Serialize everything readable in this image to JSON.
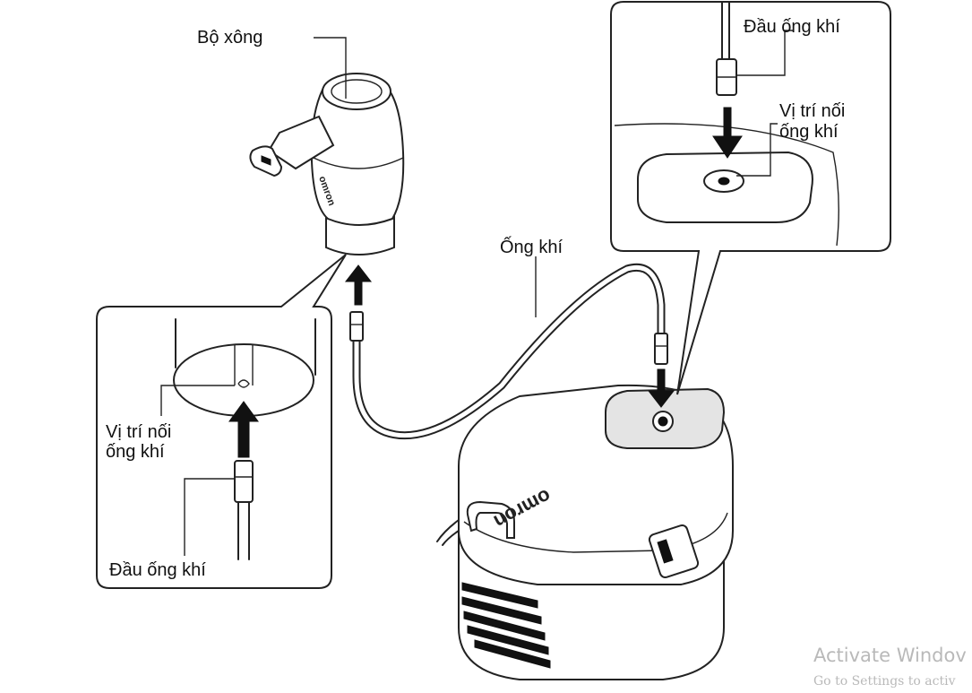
{
  "labels": {
    "nebulizer_kit": "Bộ xông",
    "air_tube": "Ống khí",
    "tube_connector_top": "Đầu ống khí",
    "connection_point_top_line1": "Vị trí nối",
    "connection_point_top_line2": "ống khí",
    "connection_point_left_line1": "Vị trí nối",
    "connection_point_left_line2": "ống khí",
    "tube_connector_left": "Đầu ống khí"
  },
  "brand": {
    "compressor_logo": "omron",
    "nebulizer_logo": "omron"
  },
  "watermark": {
    "title": "Activate Windov",
    "subtitle": "Go to Settings to activ"
  },
  "colors": {
    "stroke": "#222222",
    "background": "#ffffff",
    "watermark": "#b9b9b9"
  }
}
